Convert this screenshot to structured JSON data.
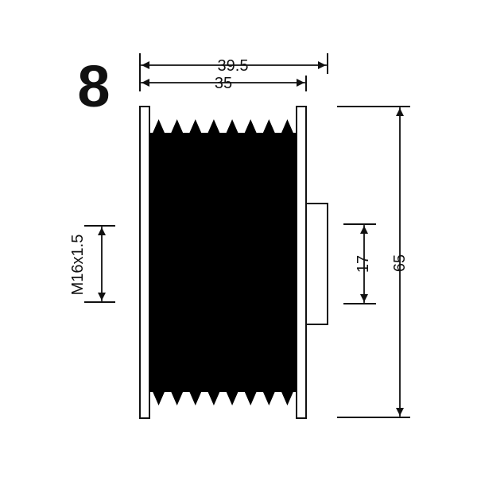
{
  "figure_number": "8",
  "dimensions": {
    "overall_width": "39.5",
    "body_width": "35",
    "thread": "M16x1.5",
    "hub_diameter": "17",
    "overall_diameter": "65"
  },
  "colors": {
    "ink": "#111111",
    "background": "#ffffff"
  }
}
